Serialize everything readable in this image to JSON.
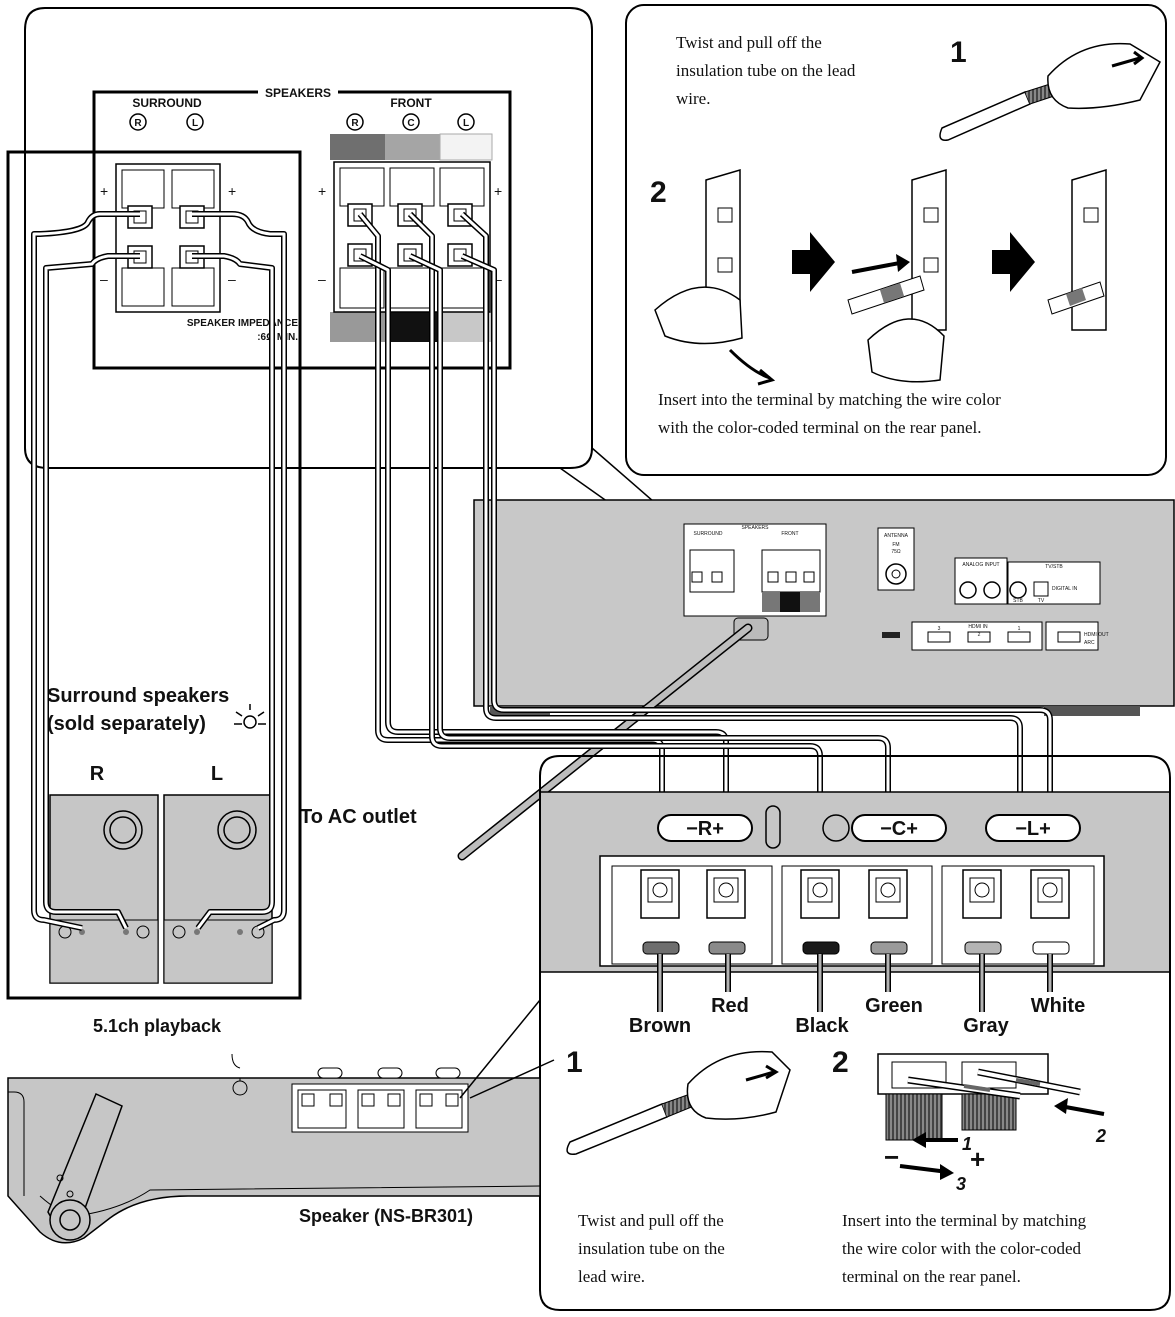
{
  "amp_panel": {
    "speakers_label": "SPEAKERS",
    "surround_label": "SURROUND",
    "front_label": "FRONT",
    "ch_r": "R",
    "ch_c": "C",
    "ch_l": "L",
    "plus": "+",
    "minus": "–",
    "impedance_line1": "SPEAKER IMPEDANCE",
    "impedance_line2": ":6Ω MIN."
  },
  "top_instructions": {
    "step1_number": "1",
    "step1_line1": "Twist and pull off the",
    "step1_line2": "insulation tube on the lead",
    "step1_line3": "wire.",
    "step2_number": "2",
    "note_line1": "Insert into the terminal by matching the wire color",
    "note_line2": "with the color-coded terminal on the rear panel."
  },
  "rear_unit": {
    "speakers": "SPEAKERS",
    "surround": "SURROUND",
    "front": "FRONT",
    "antenna": "ANTENNA",
    "fm": "FM",
    "ohm": "75Ω",
    "analog_input": "ANALOG INPUT",
    "tv_stb": "TV/STB",
    "digital_in": "DIGITAL IN",
    "stb": "STB",
    "tv": "TV",
    "hdmi_in": "HDMI IN",
    "hdmi_out": "HDMI OUT",
    "arc": "ARC",
    "hdmi_3": "3",
    "hdmi_2": "2",
    "hdmi_1": "1"
  },
  "surround_speakers": {
    "title_line1": "Surround speakers",
    "title_line2": "(sold separately)",
    "r": "R",
    "l": "L",
    "caption": "5.1ch playback"
  },
  "ac_label": "To AC outlet",
  "bar_panel": {
    "r_label": "−R+",
    "c_label": "−C+",
    "l_label": "−L+",
    "colors": [
      "Brown",
      "Red",
      "Black",
      "Green",
      "Gray",
      "White"
    ],
    "step1_number": "1",
    "step2_number": "2",
    "arrow_1": "1",
    "arrow_2": "2",
    "arrow_3": "3",
    "minus": "−",
    "plus": "+",
    "step1_line1": "Twist and pull off the",
    "step1_line2": "insulation tube on the",
    "step1_line3": "lead wire.",
    "step2_line1": "Insert into the terminal by matching",
    "step2_line2": "the wire color with the color-coded",
    "step2_line3": "terminal on the rear panel."
  },
  "speaker_bar": {
    "caption": "Speaker (NS-BR301)"
  },
  "terminal_colors": {
    "brown": "#6e6e6e",
    "red": "#8a8a8a",
    "black": "#1a1a1a",
    "green": "#9a9a9a",
    "gray": "#b4b4b4",
    "white": "#ffffff"
  }
}
